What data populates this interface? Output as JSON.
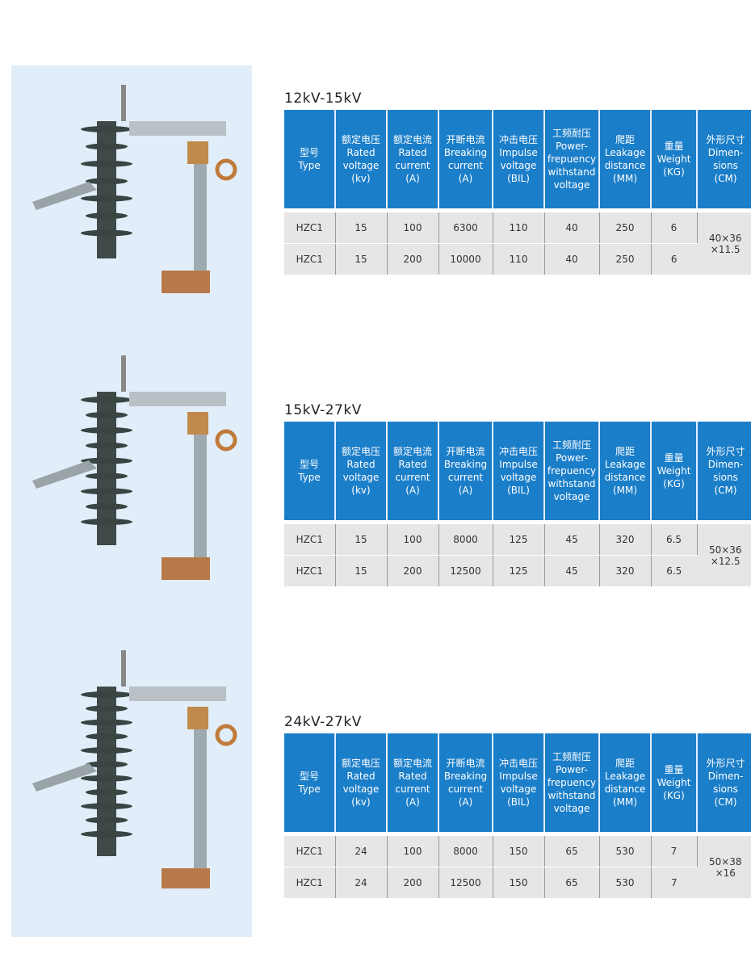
{
  "headers": [
    {
      "cn": "型号",
      "en": [
        "Type"
      ]
    },
    {
      "cn": "额定电压",
      "en": [
        "Rated",
        "voltage",
        "(kv)"
      ]
    },
    {
      "cn": "额定电流",
      "en": [
        "Rated",
        "current",
        "(A)"
      ]
    },
    {
      "cn": "开断电流",
      "en": [
        "Breaking",
        "current",
        "(A)"
      ]
    },
    {
      "cn": "冲击电压",
      "en": [
        "Impulse",
        "voltage",
        "(BIL)"
      ]
    },
    {
      "cn": "工频耐压",
      "en": [
        "Power-",
        "frepuency",
        "withstand",
        "voltage"
      ]
    },
    {
      "cn": "爬距",
      "en": [
        "Leakage",
        "distance",
        "(MM)"
      ]
    },
    {
      "cn": "重量",
      "en": [
        "Weight",
        "(KG)"
      ]
    },
    {
      "cn": "外形尺寸",
      "en": [
        "Dimen-",
        "sions",
        "(CM)"
      ]
    }
  ],
  "sections": [
    {
      "title": "12kV-15kV",
      "rows": [
        [
          "HZC1",
          "15",
          "100",
          "6300",
          "110",
          "40",
          "250",
          "6"
        ],
        [
          "HZC1",
          "15",
          "200",
          "10000",
          "110",
          "40",
          "250",
          "6"
        ]
      ],
      "dimensions": [
        "40×36",
        "×11.5"
      ]
    },
    {
      "title": "15kV-27kV",
      "rows": [
        [
          "HZC1",
          "15",
          "100",
          "8000",
          "125",
          "45",
          "320",
          "6.5"
        ],
        [
          "HZC1",
          "15",
          "200",
          "12500",
          "125",
          "45",
          "320",
          "6.5"
        ]
      ],
      "dimensions": [
        "50×36",
        "×12.5"
      ]
    },
    {
      "title": "24kV-27kV",
      "rows": [
        [
          "HZC1",
          "24",
          "100",
          "8000",
          "150",
          "65",
          "530",
          "7"
        ],
        [
          "HZC1",
          "24",
          "200",
          "12500",
          "150",
          "65",
          "530",
          "7"
        ]
      ],
      "dimensions": [
        "50×38",
        "×16"
      ]
    }
  ]
}
